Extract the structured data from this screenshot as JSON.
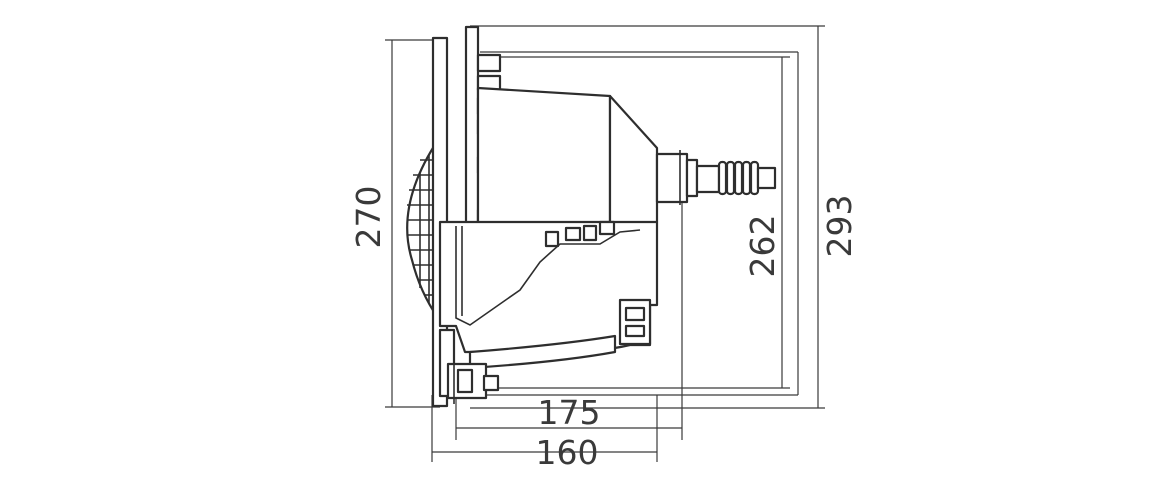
{
  "drawing": {
    "dimensions": {
      "height_outer": "270",
      "height_inner": "262",
      "height_total": "293",
      "depth_175": "175",
      "depth_160": "160"
    },
    "line_color": "#2e2e2e",
    "background": "#ffffff"
  }
}
